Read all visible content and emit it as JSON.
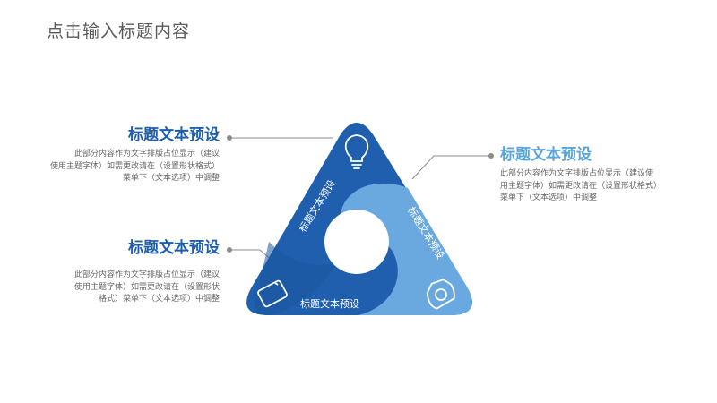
{
  "page": {
    "title": "点击输入标题内容"
  },
  "colors": {
    "dark_blue": "#1f5fae",
    "light_blue": "#6aa9e0",
    "heading_dark": "#1f5fae",
    "heading_light": "#5aa5dc",
    "connector": "#8c8c8c",
    "body_text": "#666666"
  },
  "callouts": [
    {
      "heading": "标题文本预设",
      "lines": [
        "此部分内容作为文字排版占位显示（建议",
        "使用主题字体）如需更改请在（设置形状格式）",
        "菜单下（文本选项）中调整"
      ]
    },
    {
      "heading": "标题文本预设",
      "lines": [
        "此部分内容作为文字排版占位显示（建议使",
        "用主题字体）如需更改请在（设置形状格式）",
        "菜单下（文本选项）中调整"
      ]
    },
    {
      "heading": "标题文本预设",
      "lines": [
        "此部分内容作为文字排版占位显示（建议",
        "使用主题字体）如需更改请在（设置形状",
        "格式）菜单下（文本选项）中调整"
      ]
    }
  ],
  "diagram": {
    "segments": [
      {
        "label": "标题文本预设",
        "icon": "lightbulb-icon"
      },
      {
        "label": "标题文本预设",
        "icon": "camera-icon"
      },
      {
        "label": "标题文本预设",
        "icon": "tablet-icon"
      }
    ]
  }
}
